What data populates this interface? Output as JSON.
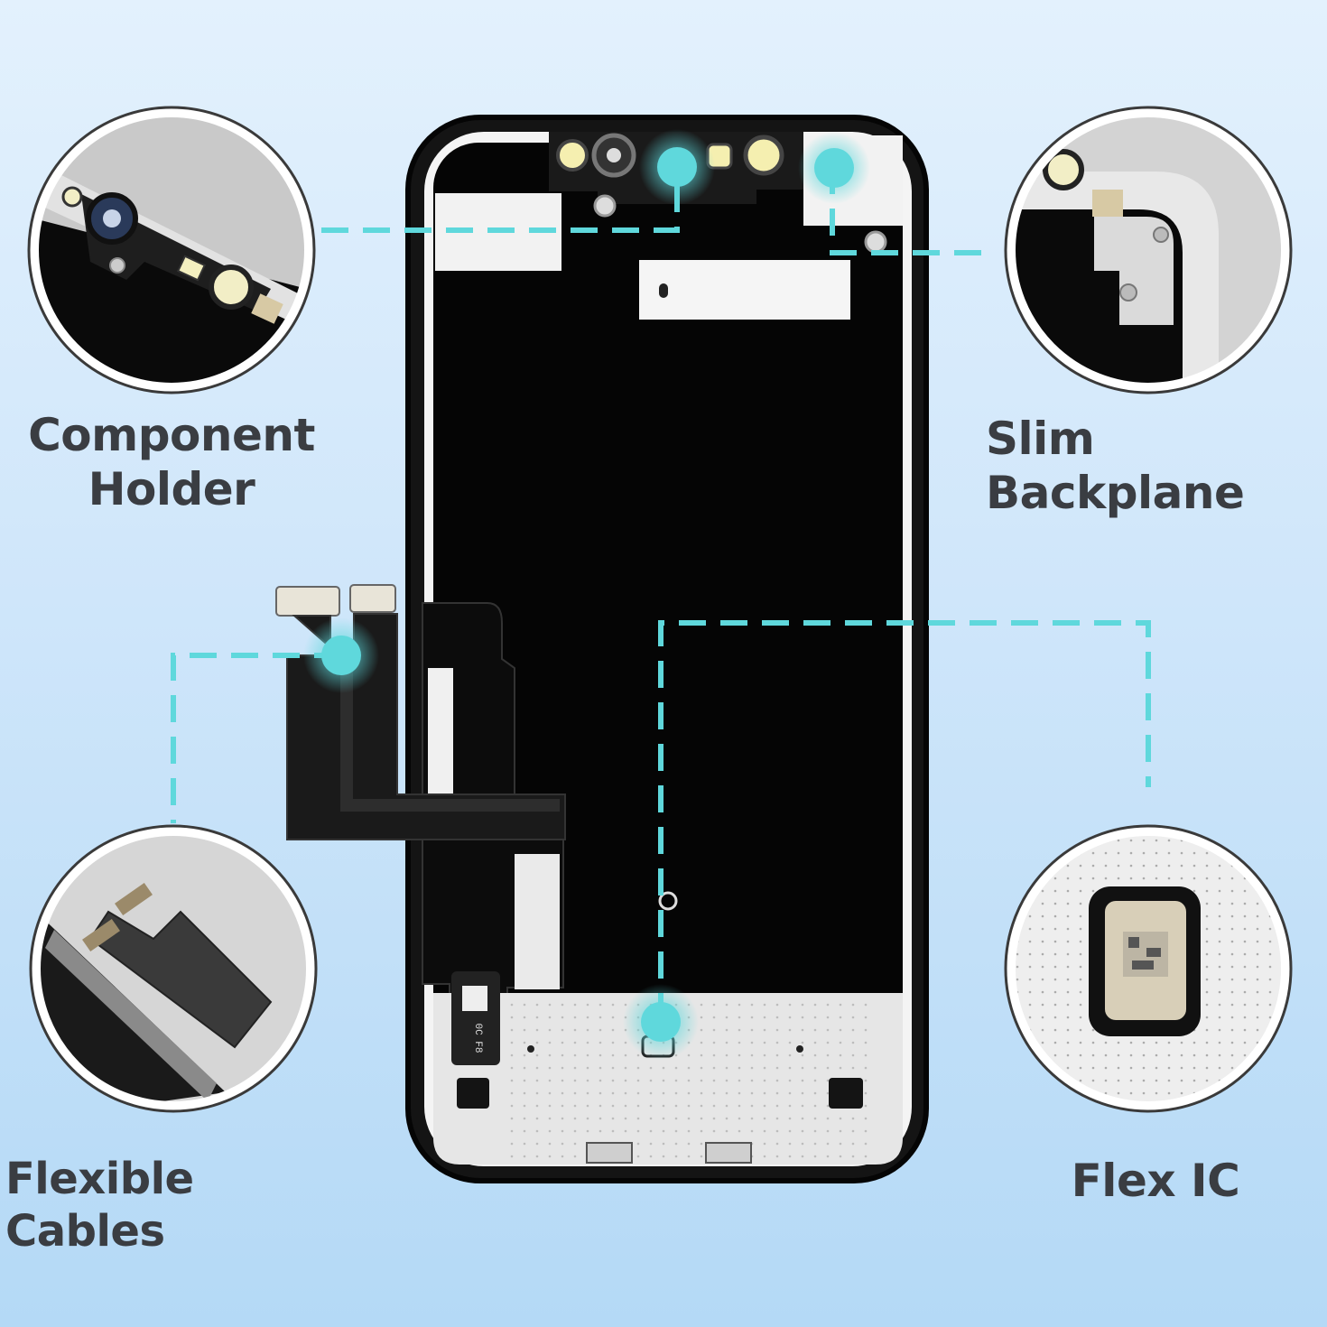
{
  "callouts": {
    "component_holder": {
      "line1": "Component",
      "line2": "Holder"
    },
    "slim_backplane": "Slim Backplane",
    "flexible_cables": "Flexible Cables",
    "flex_ic": "Flex IC"
  },
  "chip_marking": "0C F8",
  "colors": {
    "background_top": "#e3f1fd",
    "background_bottom": "#b4d9f6",
    "accent_cyan": "#5fd8dc",
    "label_text": "#3a3d42",
    "phone_frame": "#111111",
    "backplate": "#050505",
    "metal_shield": "#e6e6e6"
  }
}
